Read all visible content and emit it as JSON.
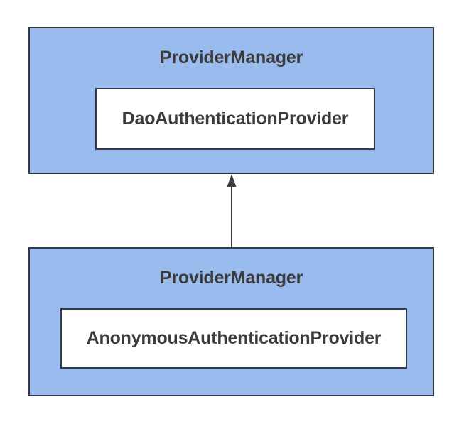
{
  "diagram": {
    "colors": {
      "canvas-bg": "#ffffff",
      "node-fill": "#99bbee",
      "node-border": "#333a44",
      "inner-fill": "#ffffff",
      "text-color": "#3b3b3b",
      "arrow-color": "#3f3f3f"
    },
    "nodes": [
      {
        "id": "top",
        "title": "ProviderManager",
        "child": "DaoAuthenticationProvider"
      },
      {
        "id": "bottom",
        "title": "ProviderManager",
        "child": "AnonymousAuthenticationProvider"
      }
    ],
    "edges": [
      {
        "from": "bottom-provider-manager",
        "to": "top-provider-manager",
        "direction": "up",
        "style": "solid-arrow"
      }
    ]
  }
}
